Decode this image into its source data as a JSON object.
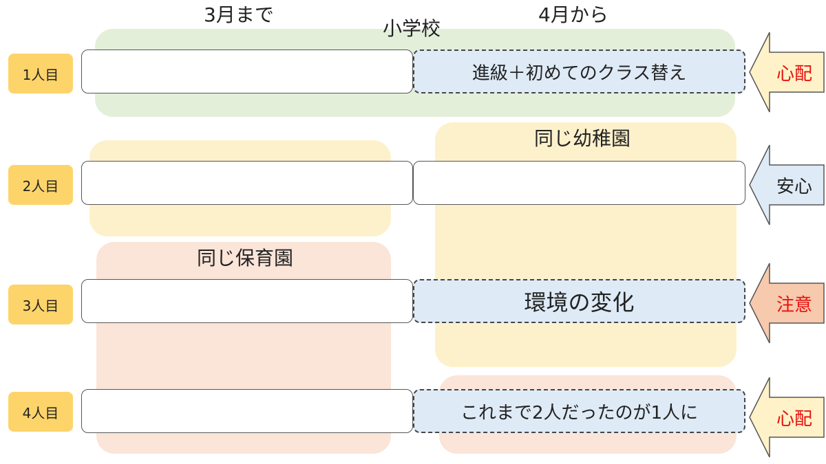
{
  "headers": {
    "until_march": "3月まで",
    "from_april": "4月から"
  },
  "zones": {
    "elementary_school": "小学校",
    "same_kindergarten": "同じ幼稚園",
    "same_nursery": "同じ保育園"
  },
  "rows": [
    {
      "label": "1人目",
      "change_text": "進級＋初めてのクラス替え",
      "status": "心配",
      "status_color": "#e8110f",
      "arrow_color": "#fff2c8"
    },
    {
      "label": "2人目",
      "change_text": "",
      "status": "安心",
      "status_color": "#222222",
      "arrow_color": "#deeaf6"
    },
    {
      "label": "3人目",
      "change_text": "環境の変化",
      "status": "注意",
      "status_color": "#e8110f",
      "arrow_color": "#f7c9ad"
    },
    {
      "label": "4人目",
      "change_text": "これまで2人だったのが1人に",
      "status": "心配",
      "status_color": "#e8110f",
      "arrow_color": "#fff2c8"
    }
  ],
  "colors": {
    "label_bg": "#fdd46a",
    "green_zone": "#e4efda",
    "yellow_zone": "#fdf1cc",
    "pink_zone": "#fbe4d8",
    "dashed_bar": "#deeaf6"
  }
}
